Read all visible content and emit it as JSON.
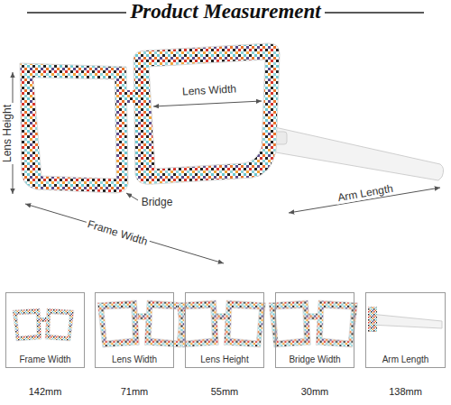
{
  "diagram": {
    "title": "Product Measurement",
    "nodes": [
      {
        "text": [
          "Frame Width",
          "142mm"
        ]
      },
      {
        "text": [
          "Lens Width",
          "71mm"
        ]
      },
      {
        "text": [
          "Lens Height",
          "55mm"
        ]
      },
      {
        "text": [
          "Bridge Width",
          "30mm"
        ]
      },
      {
        "text": [
          "Arm Length",
          "138mm"
        ]
      }
    ],
    "labels": [
      "Lens Height",
      "Lens Width",
      "Bridge",
      "Arm Length",
      "Frame Width"
    ]
  }
}
